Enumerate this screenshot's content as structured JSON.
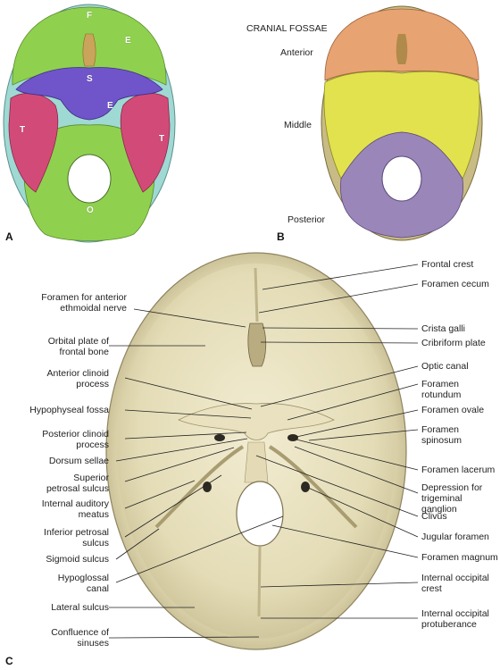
{
  "panel_letters": {
    "a": "A",
    "b": "B",
    "c": "C"
  },
  "panel_a": {
    "bone_letters": {
      "f": "F",
      "e_left": "E",
      "s": "S",
      "e_center": "E",
      "t_left": "T",
      "t_right": "T",
      "o": "O"
    },
    "colors": {
      "frontal": "#8fd14f",
      "ethmoid": "#c9a45a",
      "sphenoid": "#6f55c9",
      "temporal": "#d24b78",
      "occipital": "#8fd14f",
      "parietal_rim": "#9fd9d3"
    }
  },
  "panel_b": {
    "title": "CRANIAL FOSSAE",
    "anterior": "Anterior",
    "middle": "Middle",
    "posterior": "Posterior",
    "colors": {
      "anterior": "#e8a373",
      "middle": "#e2e24f",
      "posterior": "#9a86b8"
    }
  },
  "panel_c": {
    "left_labels": [
      "Foramen for anterior\nethmoidal nerve",
      "Orbital plate of\nfrontal bone",
      "Anterior clinoid\nprocess",
      "Hypophyseal fossa",
      "Posterior clinoid\nprocess",
      "Dorsum sellae",
      "Superior\npetrosal sulcus",
      "Internal auditory\nmeatus",
      "Inferior petrosal\nsulcus",
      "Sigmoid sulcus",
      "Hypoglossal\ncanal",
      "Lateral sulcus",
      "Confluence of\nsinuses"
    ],
    "right_labels": [
      "Frontal crest",
      "Foramen cecum",
      "Crista galli",
      "Cribriform plate",
      "Optic canal",
      "Foramen rotundum",
      "Foramen ovale",
      "Foramen spinosum",
      "Foramen lacerum",
      "Depression for\ntrigeminal ganglion",
      "Clivus",
      "Jugular foramen",
      "Foramen magnum",
      "Internal occipital\ncrest",
      "Internal occipital\nprotuberance"
    ]
  }
}
